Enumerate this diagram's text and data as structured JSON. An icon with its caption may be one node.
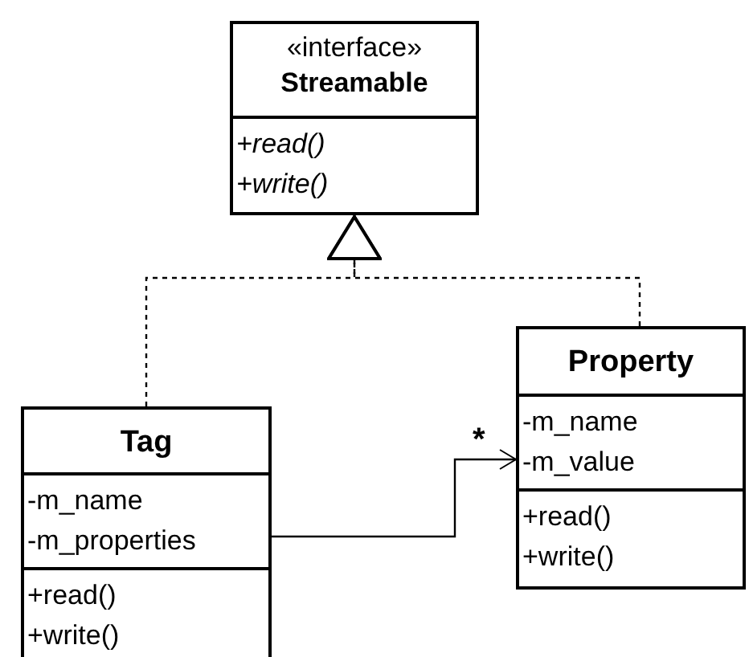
{
  "diagram": {
    "nodes": [
      {
        "text": [
          "«interface»",
          "Streamable",
          "+read()",
          "+write()"
        ]
      },
      {
        "text": [
          "Tag",
          "-m_name",
          "-m_properties",
          "+read()",
          "+write()"
        ]
      },
      {
        "text": [
          "Property",
          "-m_name",
          "-m_value",
          "+read()",
          "+write()"
        ]
      }
    ],
    "edges": [
      {
        "from": 1,
        "to": 0,
        "arrow": "to",
        "style": "dashed"
      },
      {
        "from": 2,
        "to": 0,
        "arrow": "to",
        "style": "dashed"
      },
      {
        "from": 1,
        "to": 2,
        "arrow": "to",
        "label": "*"
      }
    ]
  }
}
